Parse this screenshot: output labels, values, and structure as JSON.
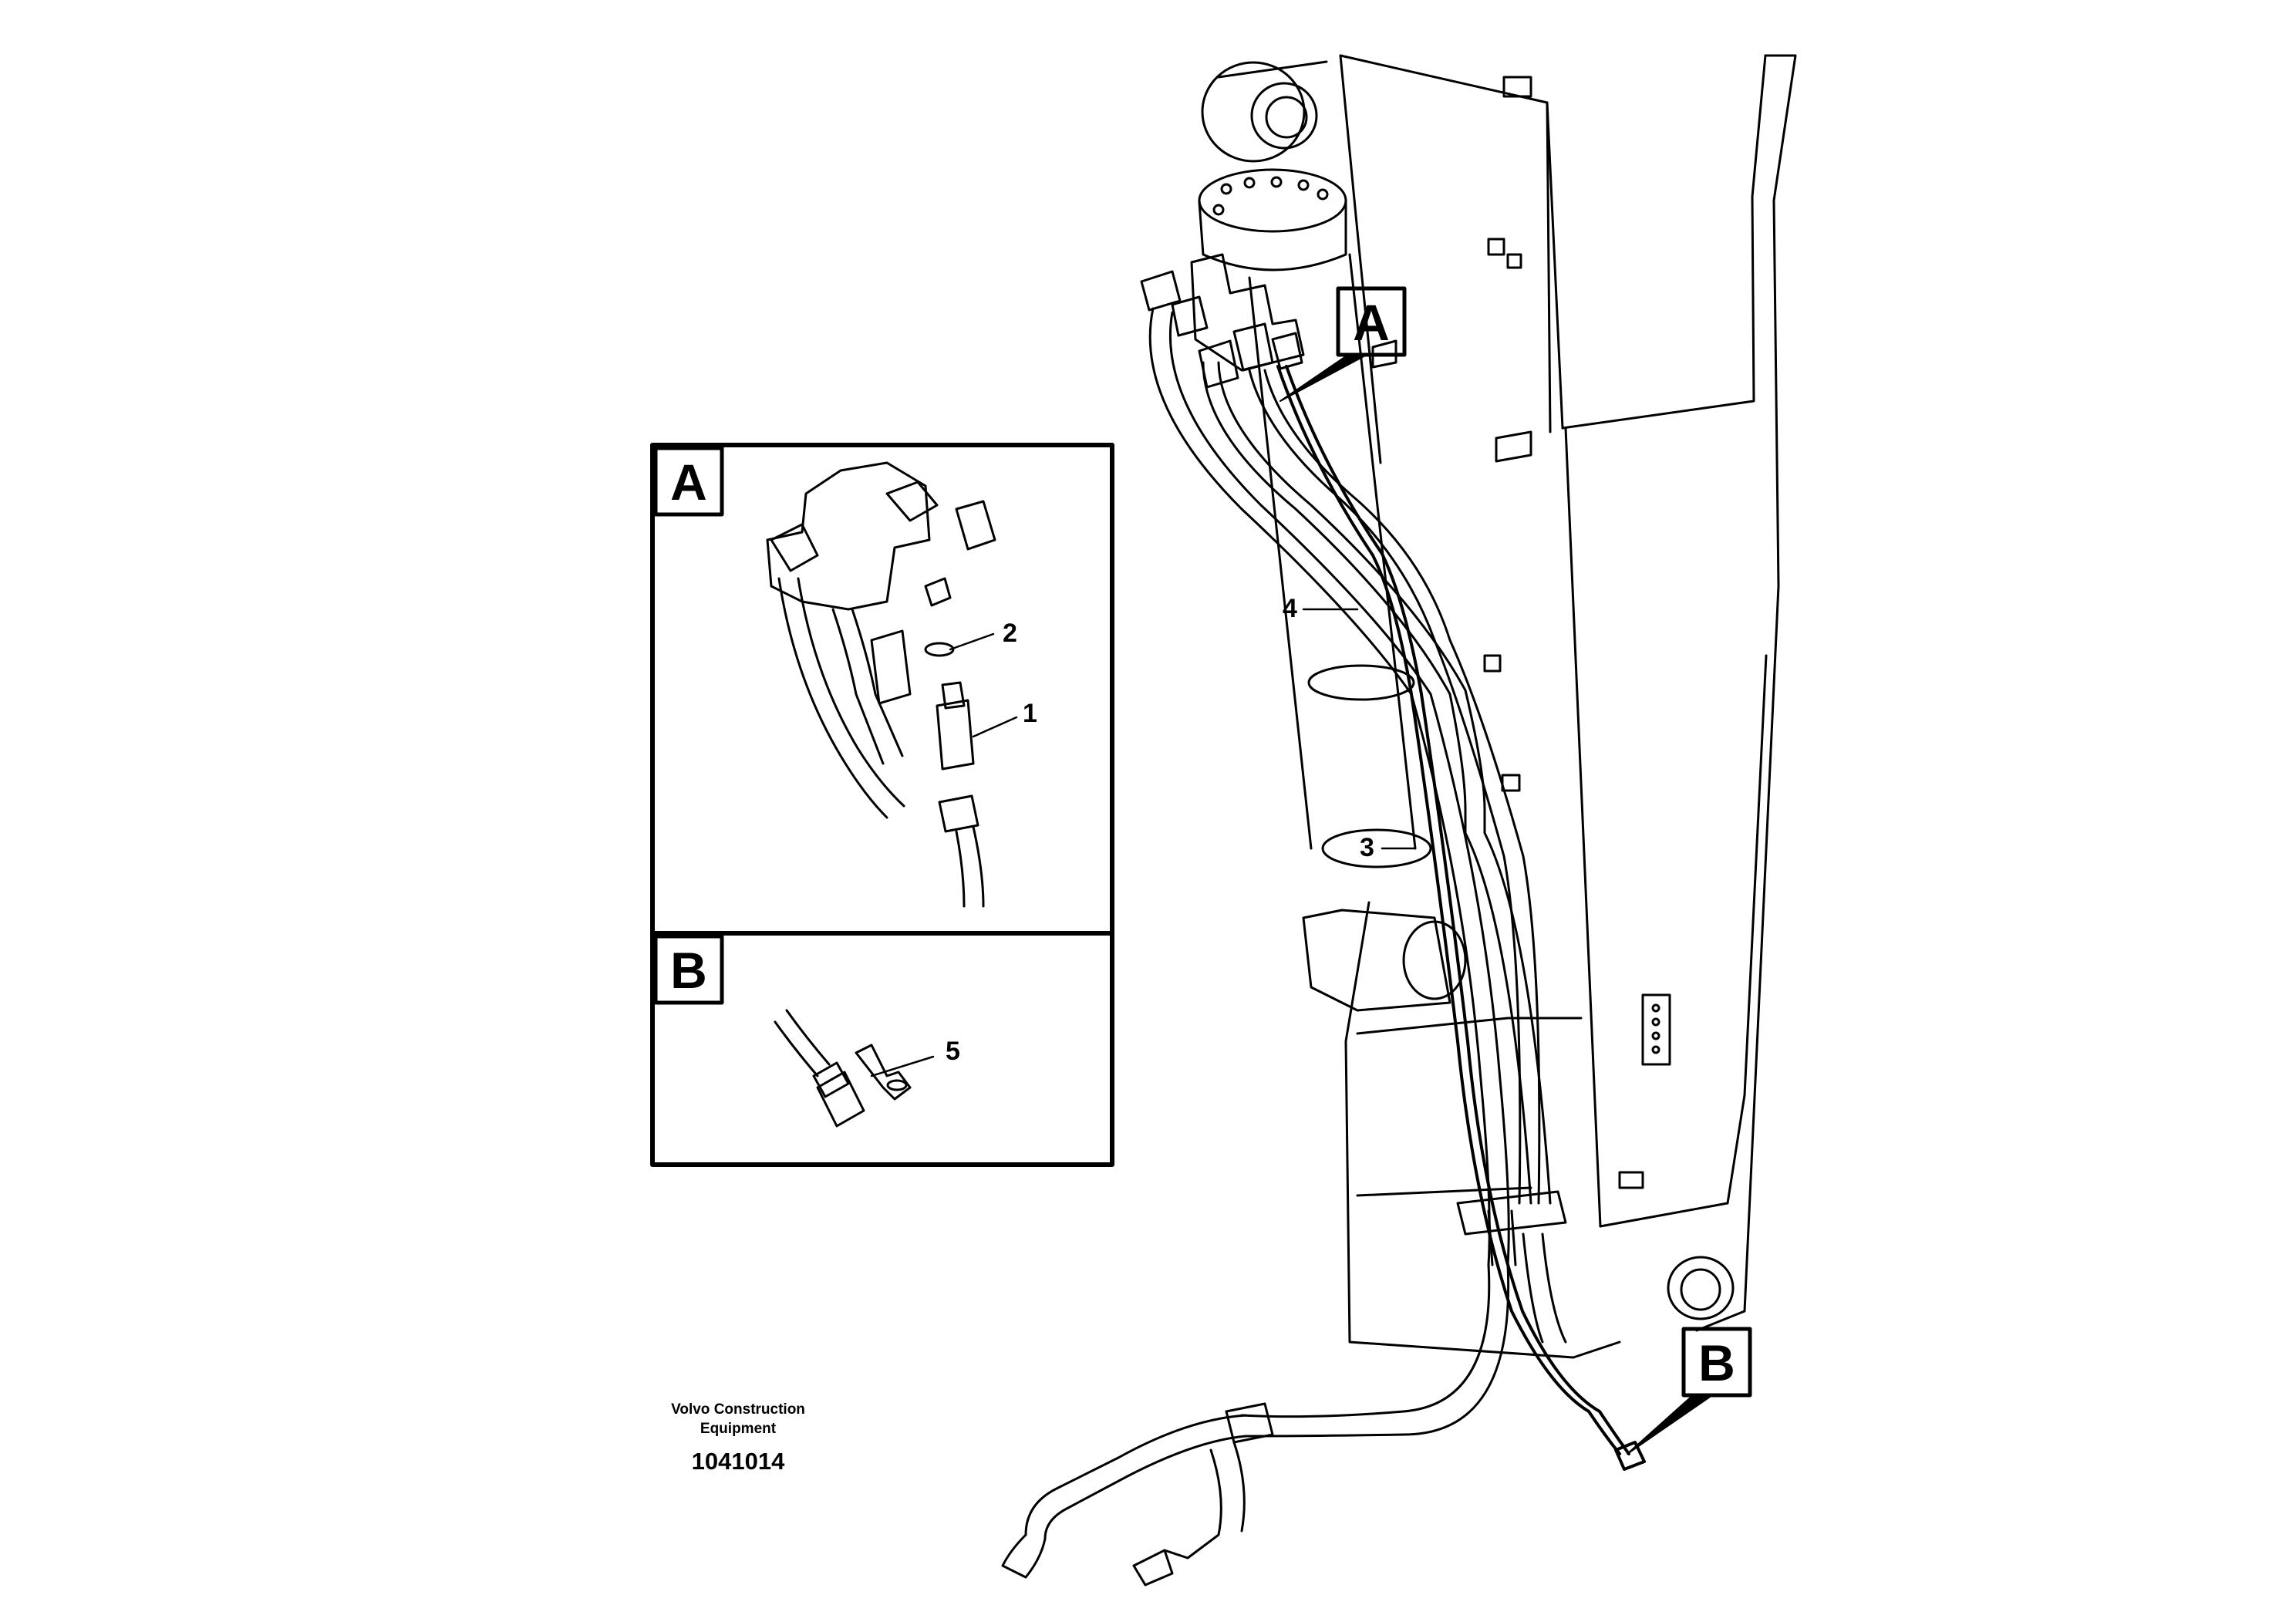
{
  "detail_views": [
    {
      "letter": "A",
      "parts": [
        "2",
        "1"
      ]
    },
    {
      "letter": "B",
      "parts": [
        "5"
      ]
    }
  ],
  "main_callouts": [
    "A",
    "B"
  ],
  "part_labels": {
    "p1": "1",
    "p2": "2",
    "p3": "3",
    "p4": "4",
    "p5": "5"
  },
  "footer": {
    "company": "Volvo Construction Equipment",
    "document_number": "1041014"
  }
}
